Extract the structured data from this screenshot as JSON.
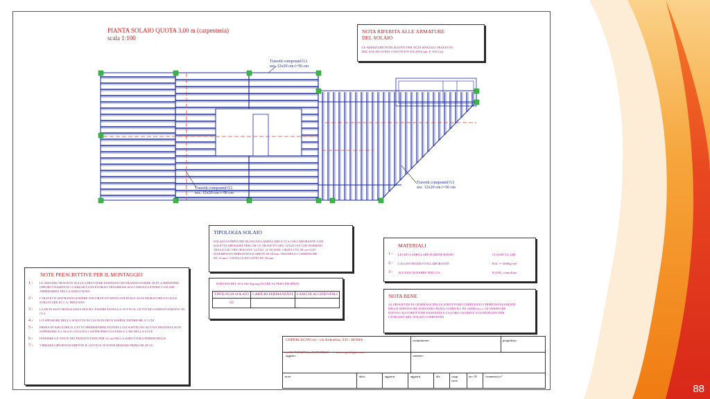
{
  "drawing": {
    "title_line1": "PIANTA SOLAIO QUOTA 3.00 m (carpenteria)",
    "title_line2": "scala 1:100",
    "labels": [
      {
        "id": "l1",
        "line1": "Travetti compound G1",
        "line2": "sez. 12x20 cm i=56 cm"
      },
      {
        "id": "l2",
        "line1": "Travetti compound G1",
        "line2": "sez. 12x20 cm i=56 cm"
      },
      {
        "id": "l3",
        "line1": "Travetti compound G1",
        "line2": "sez. 12x20 cm i=56 cm"
      }
    ]
  },
  "nota_armature": {
    "title_line1": "NOTA RIFERITA ALLE ARMATURE",
    "title_line2": "DEL SOLAIO",
    "text_line1": "LE ARMATURE INTEGRATIVE PER OGNI SINGOLO TRAVETTO",
    "text_line2": "DEL SOLAIO SONO COSTITUITE DA 2Ø12 sup. E 1Ø12 inf."
  },
  "tipologia": {
    "title": "TIPOLOGIA SOLAIO",
    "lines": [
      "SOLAIO COMPOUND IN LEGNO LAMELLARE E CLS COLLABORANTE CON",
      "SOLETTA SPESSORE MIN CM 5 E TRAVETTI SEZ. 12X20 CM CON INSERITO",
      "TRALICCIO TIPO 'BAUSTA' 12/5/20, 12/18/ASSE. GRAVI CTO 56 cm CON",
      "INTERPOSTO PERLINATO D'ABETE SP 20 mm / PANNELLO COMPOUND",
      "SP. 14 mm / TAVELLA IN COTTO SP. 30 mm"
    ]
  },
  "materiali": {
    "title": "MATERIALI",
    "items": [
      {
        "num": "1 -",
        "name": "LEGNO LAMELLARE D'ABETE ROSSO",
        "value": "CLASSE GL 24H"
      },
      {
        "num": "2 -",
        "name": "CALCESTRUZZO COLLABORANTE",
        "value": "Rck >= 300Kg/cm²"
      },
      {
        "num": "3 -",
        "name": "ACCIAIO IN BARRE PER CLS",
        "value": "B 450C controllato"
      }
    ]
  },
  "portata": {
    "title": "PORTATA DEL SOLAIO Kg/mq (OLTRE AL PESO PROPRIO)",
    "headers": [
      "TIPOLOGIA SOLAIO",
      "CARICHI PERMANENTI",
      "CARICHI ACCIDENTALI"
    ],
    "row": [
      "S2",
      "",
      ""
    ]
  },
  "nota_bene": {
    "title": "NOTA BENE",
    "lines": [
      "AL PROGETTISTA GENERALE DELLE STRUTTURE COMPETONO I DIMENSIONAMENTI",
      "DELLE STRUTTURE PORTANTI (TRAVI, CORDOLI, PILASTRI ecc.), LE VERIFICHE",
      "EVENTUALI STRUTTURE ESISTENTI E LA LORO VALIDITA' E CONGRUITA' PER",
      "L'UTILIZZO DEL SOLAIO COMPOUND"
    ]
  },
  "note_montaggio": {
    "title": "NOTE PRESCRITTIVE PER IL MONTAGGIO",
    "items": [
      {
        "num": "1 -",
        "text": "LE SEDI DEI TRAVETTI SULLE STRUTTURE ESISTENTI DOVRANNO ESSERE ATTE A RIPARTIRE OPPORTUNAMENTE I CARICHI CONCENTRATI TRASMESSI AGLI APPOGGI ENTRO I VALORI AMMISSIBILI DELLA STRUTTURA"
      },
      {
        "num": "2 -",
        "text": "I TRAVETTI DOVRANNO ESSERE ANCORATI IN MODO SOLIDALE ALLE MURATURE E/O ALLE STRUTTURE IN C.A. PREVISTE"
      },
      {
        "num": "3 -",
        "text": "LA RETE ELETTROSALDATA DOVRA' ESSERE ESTESA A TUTTO IL GETTO DI COMPLETAMENTO IN CLS"
      },
      {
        "num": "4 -",
        "text": "LO SPESSORE DELLA SOLETTA IN CLS NON DEVE ESSERE INFERIORE A 5 CM"
      },
      {
        "num": "5 -",
        "text": "PRIMA DI ESEGUIRE IL GETTO PREDISPORRE PUNTELLI DI SOSTEGNO AD UNA DISTANZA NON SUPERIORE A 2.50 m E CON UNA CONTROFRECCIA PARI A 1/300 DELLA LUCE"
      },
      {
        "num": "6 -",
        "text": "INSERIRE LE TESTE DEI TRAVETTI MIN PER 10 cm NELLA STRUTTURA PERIMETRALE"
      },
      {
        "num": "7 -",
        "text": "VIBRARE OPPORTUNAMENTE IL GETTO E NON DISARMARE PRIMA DI 28 GG"
      }
    ]
  },
  "cartiglio": {
    "company": "COPERLEGNO srl - via Ardeatina, 935 - ROMA",
    "contacts": "tel.06.71350276  fax.06.71350210",
    "website": "www.coperlegno.com",
    "committente": "committente :",
    "progettista": "progettista:",
    "oggetto": "oggetto:",
    "cantiere": "cantiere:",
    "bottom": [
      "note:",
      "data:",
      "aggiorn.",
      "aggiorn.",
      "dis.",
      "copp. varie",
      "tav. 01",
      "commessa n°"
    ]
  },
  "slide": {
    "page_number": "88"
  },
  "colors": {
    "accent_orange": "#f39a1b",
    "accent_red": "#e2261c",
    "beam_blue": "#1a2a9c",
    "label_magenta": "#c0148c",
    "support_green": "#3cb44b"
  }
}
